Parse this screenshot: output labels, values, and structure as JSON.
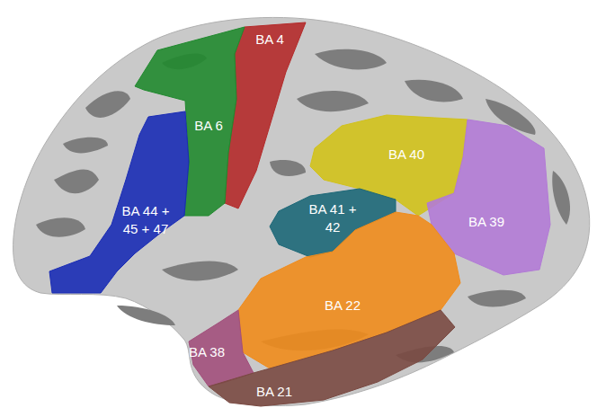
{
  "diagram": {
    "nodes": [
      {
        "text": [
          "BA 4"
        ]
      },
      {
        "text": [
          "BA 6"
        ]
      },
      {
        "text": [
          "BA 40"
        ]
      },
      {
        "text": [
          "BA 44 + 45 + 47"
        ]
      },
      {
        "text": [
          "BA 41 + 42"
        ]
      },
      {
        "text": [
          "BA 39"
        ]
      },
      {
        "text": [
          "BA 22"
        ]
      },
      {
        "text": [
          "BA 38"
        ]
      },
      {
        "text": [
          "BA 21"
        ]
      }
    ]
  }
}
